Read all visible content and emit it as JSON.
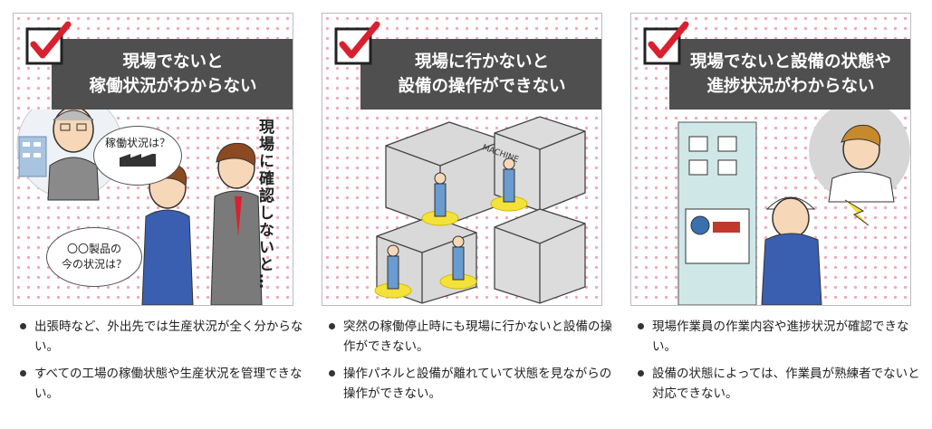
{
  "panels": [
    {
      "title_line1": "現場でないと",
      "title_line2": "稼働状況がわからない",
      "bubble_top": "稼働状況は？",
      "bubble_bottom_line1": "〇〇製品の",
      "bubble_bottom_line2": "今の状況は？",
      "side_text": "現場に確認しないと…",
      "bullets": [
        "出張時など、外出先では生産状況が全く分からない。",
        "すべての工場の稼働状態や生産状況を管理できない。"
      ]
    },
    {
      "title_line1": "現場に行かないと",
      "title_line2": "設備の操作ができない",
      "machine_label": "MACHINE",
      "bullets": [
        "突然の稼働停止時にも現場に行かないと設備の操作ができない。",
        "操作パネルと設備が離れていて状態を見ながらの操作ができない。"
      ]
    },
    {
      "title_line1": "現場でないと設備の状態や",
      "title_line2": "進捗状況がわからない",
      "bullets": [
        "現場作業員の作業内容や進捗状況が確認できない。",
        "設備の状態によっては、作業員が熟練者でないと対応できない。"
      ]
    }
  ],
  "colors": {
    "check_red": "#d9202e",
    "header_bg": "#4f4f4f",
    "dot_pink": "#f2a8b8"
  }
}
